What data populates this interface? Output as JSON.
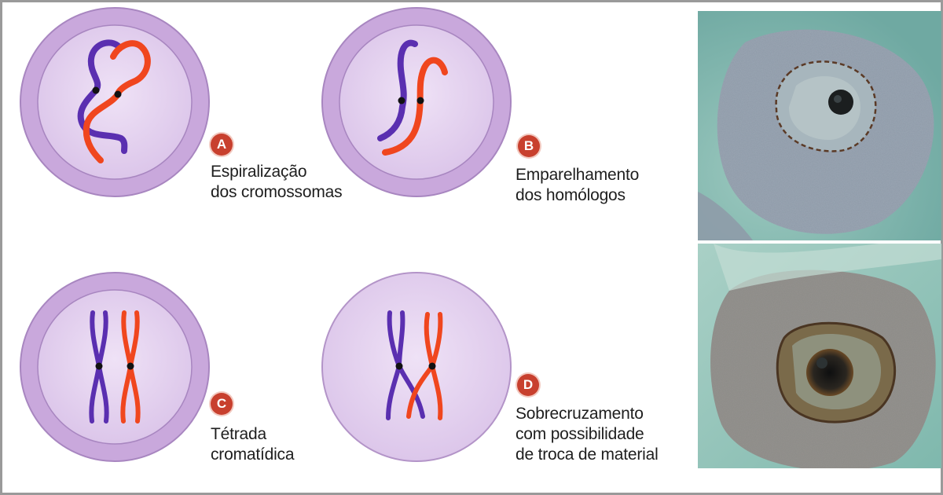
{
  "stages": [
    {
      "id": "A",
      "badge": "A",
      "caption": [
        "Espiralização",
        "dos cromossomas"
      ],
      "nuclear_envelope": true
    },
    {
      "id": "B",
      "badge": "B",
      "caption": [
        "Emparelhamento",
        "dos homólogos"
      ],
      "nuclear_envelope": true
    },
    {
      "id": "C",
      "badge": "C",
      "caption": [
        "Tétrada",
        "cromatídica"
      ],
      "nuclear_envelope": true
    },
    {
      "id": "D",
      "badge": "D",
      "caption": [
        "Sobrecruzamento",
        "com possibilidade",
        "de troca de material"
      ],
      "nuclear_envelope": false
    }
  ],
  "colors": {
    "chromosome_maternal": "#5a2fb0",
    "chromosome_paternal": "#f0461e",
    "centromere": "#111111",
    "nucleus_ring": "#c9a8dc",
    "nucleus_ring_edge": "#9f7ab8",
    "nucleoplasm": "#e7d6f1",
    "badge": "#c8402e",
    "photo_background": "#7fb5ad",
    "photo_cell": "#8f9aa6"
  },
  "photos": [
    {
      "id": "micrograph-top"
    },
    {
      "id": "micrograph-bottom"
    }
  ]
}
